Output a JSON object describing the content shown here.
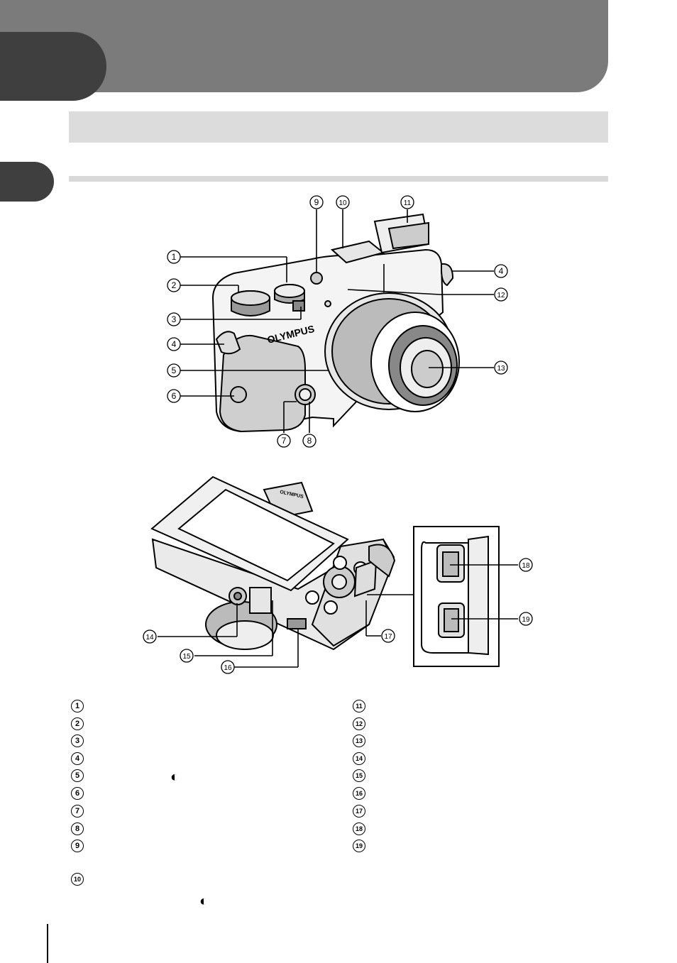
{
  "page": {
    "chapter_tab_text": "",
    "section_title": ""
  },
  "callouts": {
    "front": [
      "1",
      "2",
      "3",
      "4",
      "5",
      "6",
      "7",
      "8",
      "9",
      "10",
      "11",
      "12",
      "13",
      "4"
    ],
    "back": [
      "14",
      "15",
      "16",
      "17",
      "18",
      "19"
    ]
  },
  "camera": {
    "brand_front": "OLYMPUS",
    "brand_viewfinder": "OLYMPUS"
  },
  "legend": {
    "left": [
      "1",
      "2",
      "3",
      "4",
      "5",
      "6",
      "7",
      "8",
      "9",
      "10"
    ],
    "right": [
      "11",
      "12",
      "13",
      "14",
      "15",
      "16",
      "17",
      "18",
      "19"
    ],
    "control_ring_glyph": "◐",
    "control_ring_glyph_2": "◐"
  }
}
